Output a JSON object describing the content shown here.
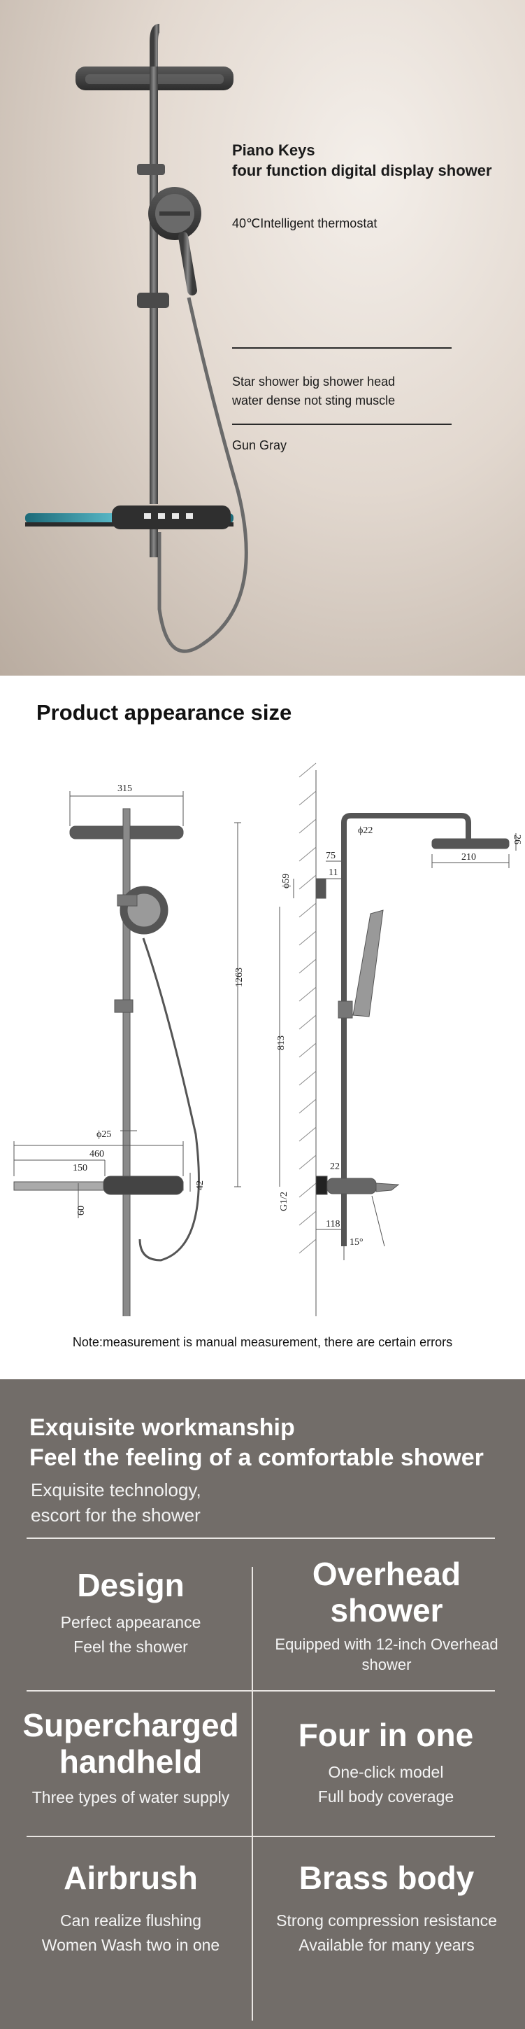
{
  "hero": {
    "title_line1": "Piano Keys",
    "title_line2": "four function digital display shower",
    "thermostat": "40℃Intelligent thermostat",
    "desc_line1": "Star shower big shower head",
    "desc_line2": "water dense not sting muscle",
    "color": "Gun Gray"
  },
  "size_section": {
    "title": "Product appearance size",
    "dims": {
      "top_width": "315",
      "d59": "ϕ59",
      "d25": "ϕ25",
      "d460": "460",
      "d150": "150",
      "d42": "42",
      "d60": "60",
      "d22_pipe": "ϕ22",
      "d75": "75",
      "d11": "11",
      "d26": "26",
      "d210": "210",
      "d1263": "1263",
      "d813": "813",
      "d22": "22",
      "g12": "G1/2",
      "d118": "118",
      "d15": "15°"
    },
    "note": "Note:measurement is manual measurement, there are certain errors"
  },
  "features": {
    "headline_line1": "Exquisite workmanship",
    "headline_line2": "Feel the feeling of a comfortable shower",
    "sub_line1": "Exquisite technology,",
    "sub_line2": "escort for the shower",
    "items": [
      {
        "title1": "Design",
        "title2": "",
        "desc1": "Perfect appearance",
        "desc2": "Feel the shower"
      },
      {
        "title1": "Overhead",
        "title2": "shower",
        "desc1": "Equipped with 12-inch Overhead",
        "desc2": "shower"
      },
      {
        "title1": "Supercharged",
        "title2": "handheld",
        "desc1": "Three types of water supply",
        "desc2": ""
      },
      {
        "title1": "Four in one",
        "title2": "",
        "desc1": "One-click model",
        "desc2": "Full body coverage"
      },
      {
        "title1": "Airbrush",
        "title2": "",
        "desc1": "Can realize flushing",
        "desc2": "Women Wash two in one"
      },
      {
        "title1": "Brass body",
        "title2": "",
        "desc1": "Strong compression resistance",
        "desc2": "Available for many years"
      }
    ]
  },
  "colors": {
    "feature_bg": "#726d69",
    "hero_bg": "#d8cdc3",
    "shelf_glass": "#3fa3b3"
  }
}
